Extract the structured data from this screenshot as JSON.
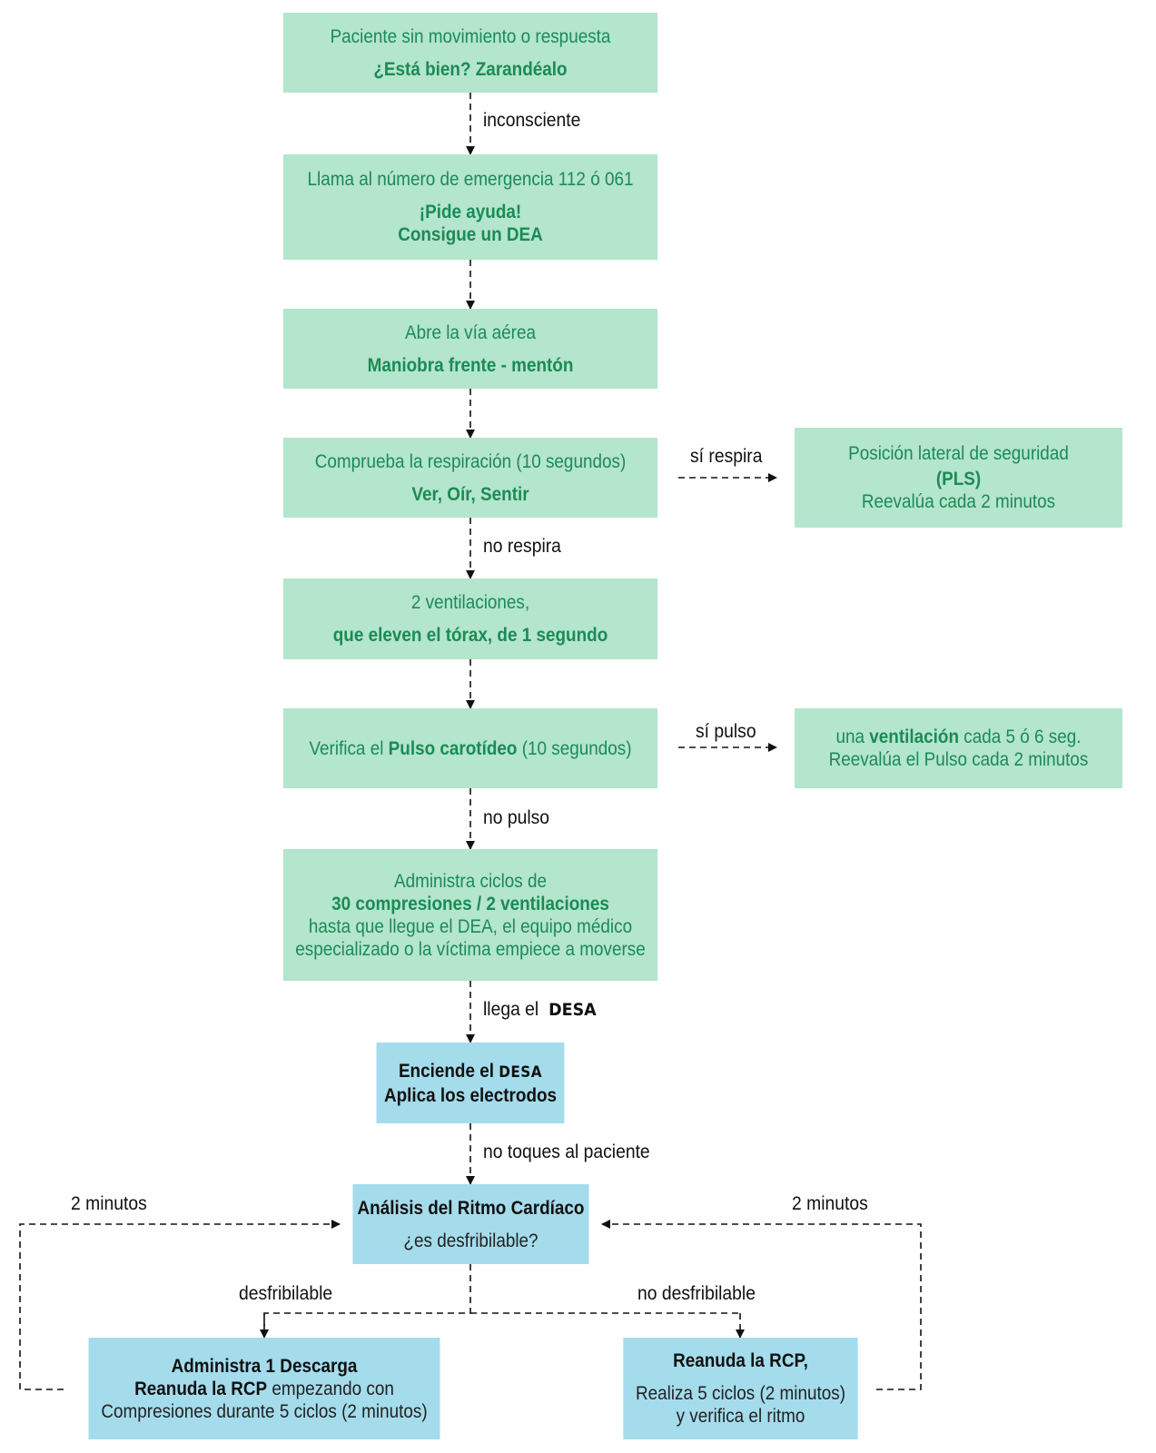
{
  "boxes": {
    "start": {
      "line1": "Paciente sin movimiento o respuesta",
      "line2": "¿Está bien? Zarandéalo"
    },
    "call": {
      "line1": "Llama al número de emergencia 112 ó 061",
      "line2": "¡Pide ayuda!",
      "line3": "Consigue un DEA"
    },
    "airway": {
      "line1": "Abre la vía aérea",
      "line2": "Maniobra frente - mentón"
    },
    "breathing": {
      "line1": "Comprueba la respiración (10 segundos)",
      "line2": "Ver, Oír, Sentir"
    },
    "pls": {
      "line1": "Posición lateral de seguridad",
      "line2": "(PLS)",
      "line3": "Reevalúa cada 2 minutos"
    },
    "ventilations": {
      "line1": "2 ventilaciones,",
      "line2": "que eleven el tórax, de 1 segundo"
    },
    "pulse": {
      "prefix": "Verifica el",
      "bold": "Pulso carotídeo",
      "suffix": "(10 segundos)"
    },
    "single_vent": {
      "prefix": "una",
      "bold": "ventilación",
      "suffix": "cada 5 ó 6 seg.",
      "line2": "Reevalúa el Pulso cada 2 minutos"
    },
    "cpr": {
      "line1": "Administra ciclos de",
      "line2": "30 compresiones / 2 ventilaciones",
      "line3": "hasta que llegue el DEA, el equipo médico",
      "line4": "especializado o la víctima empiece a moverse"
    },
    "desa_on": {
      "prefix": "Enciende el",
      "desa": "DESA",
      "line2": "Aplica los electrodos"
    },
    "analysis": {
      "line1": "Análisis del Ritmo Cardíaco",
      "line2": "¿es desfribilable?"
    },
    "shock": {
      "line1": "Administra 1 Descarga",
      "line2_bold": "Reanuda la RCP",
      "line2_rest": "empezando con",
      "line3": "Compresiones durante 5 ciclos (2 minutos)"
    },
    "resume": {
      "line1": "Reanuda la RCP,",
      "line2": "Realiza 5 ciclos (2 minutos)",
      "line3": "y verifica el ritmo"
    }
  },
  "labels": {
    "unconscious": "inconsciente",
    "breathes": "sí respira",
    "not_breathing": "no respira",
    "has_pulse": "sí pulso",
    "no_pulse": "no pulso",
    "desa_arrives": "llega el",
    "desa_arrives_bold": "DESA",
    "dont_touch": "no toques al paciente",
    "two_min_left": "2 minutos",
    "two_min_right": "2 minutos",
    "shockable": "desfribilable",
    "not_shockable": "no desfribilable"
  },
  "colors": {
    "green_fill": "#b4e5cd",
    "green_text": "#1b8b55",
    "blue_fill": "#a4dcec",
    "connector": "#111111"
  }
}
